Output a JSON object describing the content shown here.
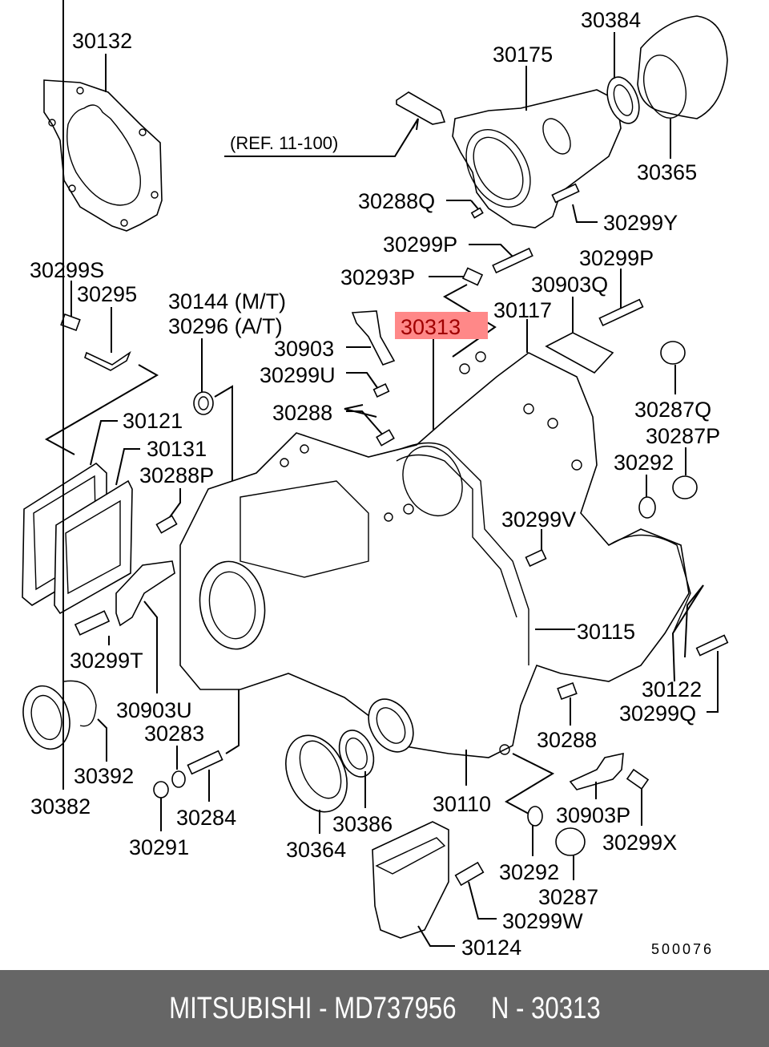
{
  "diagram": {
    "reference_note": "(REF. 11-100)",
    "figure_code": "500076",
    "highlighted_part": "30313",
    "highlight_color": "#ff8888",
    "labels": [
      {
        "id": "30132",
        "text": "30132"
      },
      {
        "id": "30175",
        "text": "30175"
      },
      {
        "id": "30384",
        "text": "30384"
      },
      {
        "id": "30365",
        "text": "30365"
      },
      {
        "id": "30288Q",
        "text": "30288Q"
      },
      {
        "id": "30299Y",
        "text": "30299Y"
      },
      {
        "id": "30299P-a",
        "text": "30299P"
      },
      {
        "id": "30293P",
        "text": "30293P"
      },
      {
        "id": "30299P-b",
        "text": "30299P"
      },
      {
        "id": "30903Q",
        "text": "30903Q"
      },
      {
        "id": "30117",
        "text": "30117"
      },
      {
        "id": "30313",
        "text": "30313"
      },
      {
        "id": "30299S",
        "text": "30299S"
      },
      {
        "id": "30295",
        "text": "30295"
      },
      {
        "id": "30144",
        "text": "30144 (M/T)"
      },
      {
        "id": "30296",
        "text": "30296 (A/T)"
      },
      {
        "id": "30903",
        "text": "30903"
      },
      {
        "id": "30299U",
        "text": "30299U"
      },
      {
        "id": "30288-a",
        "text": "30288"
      },
      {
        "id": "30287Q",
        "text": "30287Q"
      },
      {
        "id": "30287P",
        "text": "30287P"
      },
      {
        "id": "30292-a",
        "text": "30292"
      },
      {
        "id": "30121",
        "text": "30121"
      },
      {
        "id": "30131",
        "text": "30131"
      },
      {
        "id": "30288P",
        "text": "30288P"
      },
      {
        "id": "30299V",
        "text": "30299V"
      },
      {
        "id": "30115",
        "text": "30115"
      },
      {
        "id": "30122",
        "text": "30122"
      },
      {
        "id": "30299Q",
        "text": "30299Q"
      },
      {
        "id": "30299T",
        "text": "30299T"
      },
      {
        "id": "30903U",
        "text": "30903U"
      },
      {
        "id": "30283",
        "text": "30283"
      },
      {
        "id": "30392",
        "text": "30392"
      },
      {
        "id": "30382",
        "text": "30382"
      },
      {
        "id": "30284",
        "text": "30284"
      },
      {
        "id": "30291",
        "text": "30291"
      },
      {
        "id": "30364",
        "text": "30364"
      },
      {
        "id": "30386",
        "text": "30386"
      },
      {
        "id": "30110",
        "text": "30110"
      },
      {
        "id": "30288-b",
        "text": "30288"
      },
      {
        "id": "30903P",
        "text": "30903P"
      },
      {
        "id": "30299X",
        "text": "30299X"
      },
      {
        "id": "30292-b",
        "text": "30292"
      },
      {
        "id": "30287",
        "text": "30287"
      },
      {
        "id": "30299W",
        "text": "30299W"
      },
      {
        "id": "30124",
        "text": "30124"
      }
    ]
  },
  "footer": {
    "brand": "MITSUBISHI",
    "part_number": "MD737956",
    "position": "N - 30313",
    "text": "MITSUBISHI - MD737956     N - 30313"
  }
}
